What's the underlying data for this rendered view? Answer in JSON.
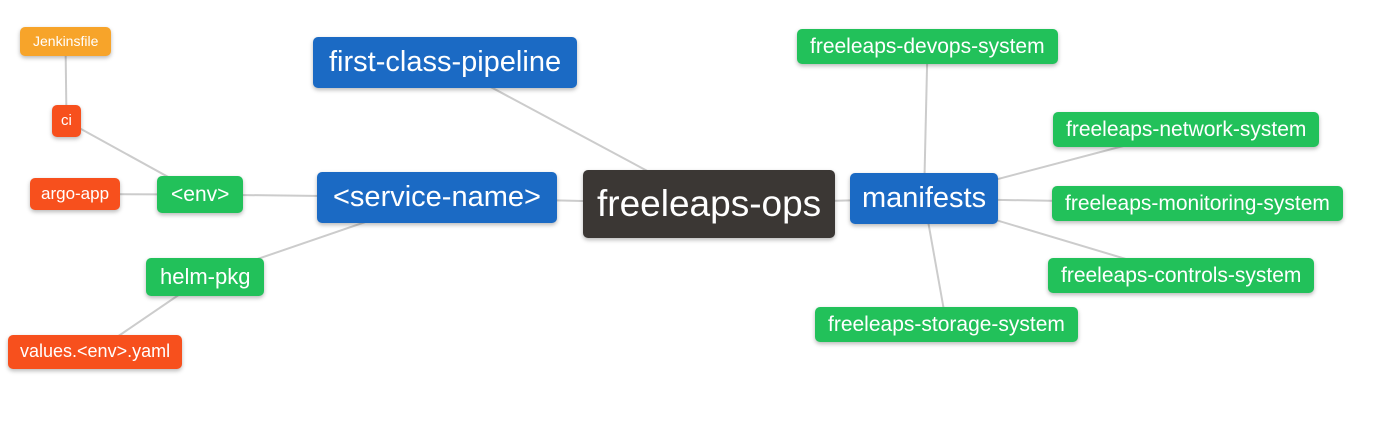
{
  "diagram": {
    "type": "mindmap",
    "background": "#ffffff",
    "edge_color": "#cccccc",
    "palette": {
      "blue": "#1b6ac4",
      "green": "#22c15a",
      "red_orange": "#f7501d",
      "orange": "#f7a42a",
      "dark": "#3b3734",
      "text": "#ffffff"
    },
    "nodes": {
      "jenkinsfile": {
        "label": "Jenkinsfile",
        "color": "#f7a42a"
      },
      "ci": {
        "label": "ci",
        "color": "#f7501d"
      },
      "argo_app": {
        "label": "argo-app",
        "color": "#f7501d"
      },
      "env": {
        "label": "<env>",
        "color": "#22c15a"
      },
      "helm_pkg": {
        "label": "helm-pkg",
        "color": "#22c15a"
      },
      "values_env_yaml": {
        "label": "values.<env>.yaml",
        "color": "#f7501d"
      },
      "first_class_pipeline": {
        "label": "first-class-pipeline",
        "color": "#1b6ac4"
      },
      "service_name": {
        "label": "<service-name>",
        "color": "#1b6ac4"
      },
      "freeleaps_ops": {
        "label": "freeleaps-ops",
        "color": "#3b3734"
      },
      "manifests": {
        "label": "manifests",
        "color": "#1b6ac4"
      },
      "devops_system": {
        "label": "freeleaps-devops-system",
        "color": "#22c15a"
      },
      "network_system": {
        "label": "freeleaps-network-system",
        "color": "#22c15a"
      },
      "monitoring_system": {
        "label": "freeleaps-monitoring-system",
        "color": "#22c15a"
      },
      "controls_system": {
        "label": "freeleaps-controls-system",
        "color": "#22c15a"
      },
      "storage_system": {
        "label": "freeleaps-storage-system",
        "color": "#22c15a"
      }
    },
    "edges": [
      [
        "jenkinsfile",
        "ci"
      ],
      [
        "ci",
        "env"
      ],
      [
        "argo_app",
        "env"
      ],
      [
        "env",
        "service_name"
      ],
      [
        "helm_pkg",
        "service_name"
      ],
      [
        "values_env_yaml",
        "helm_pkg"
      ],
      [
        "first_class_pipeline",
        "freeleaps_ops"
      ],
      [
        "service_name",
        "freeleaps_ops"
      ],
      [
        "freeleaps_ops",
        "manifests"
      ],
      [
        "manifests",
        "devops_system"
      ],
      [
        "manifests",
        "network_system"
      ],
      [
        "manifests",
        "monitoring_system"
      ],
      [
        "manifests",
        "controls_system"
      ],
      [
        "manifests",
        "storage_system"
      ]
    ]
  }
}
